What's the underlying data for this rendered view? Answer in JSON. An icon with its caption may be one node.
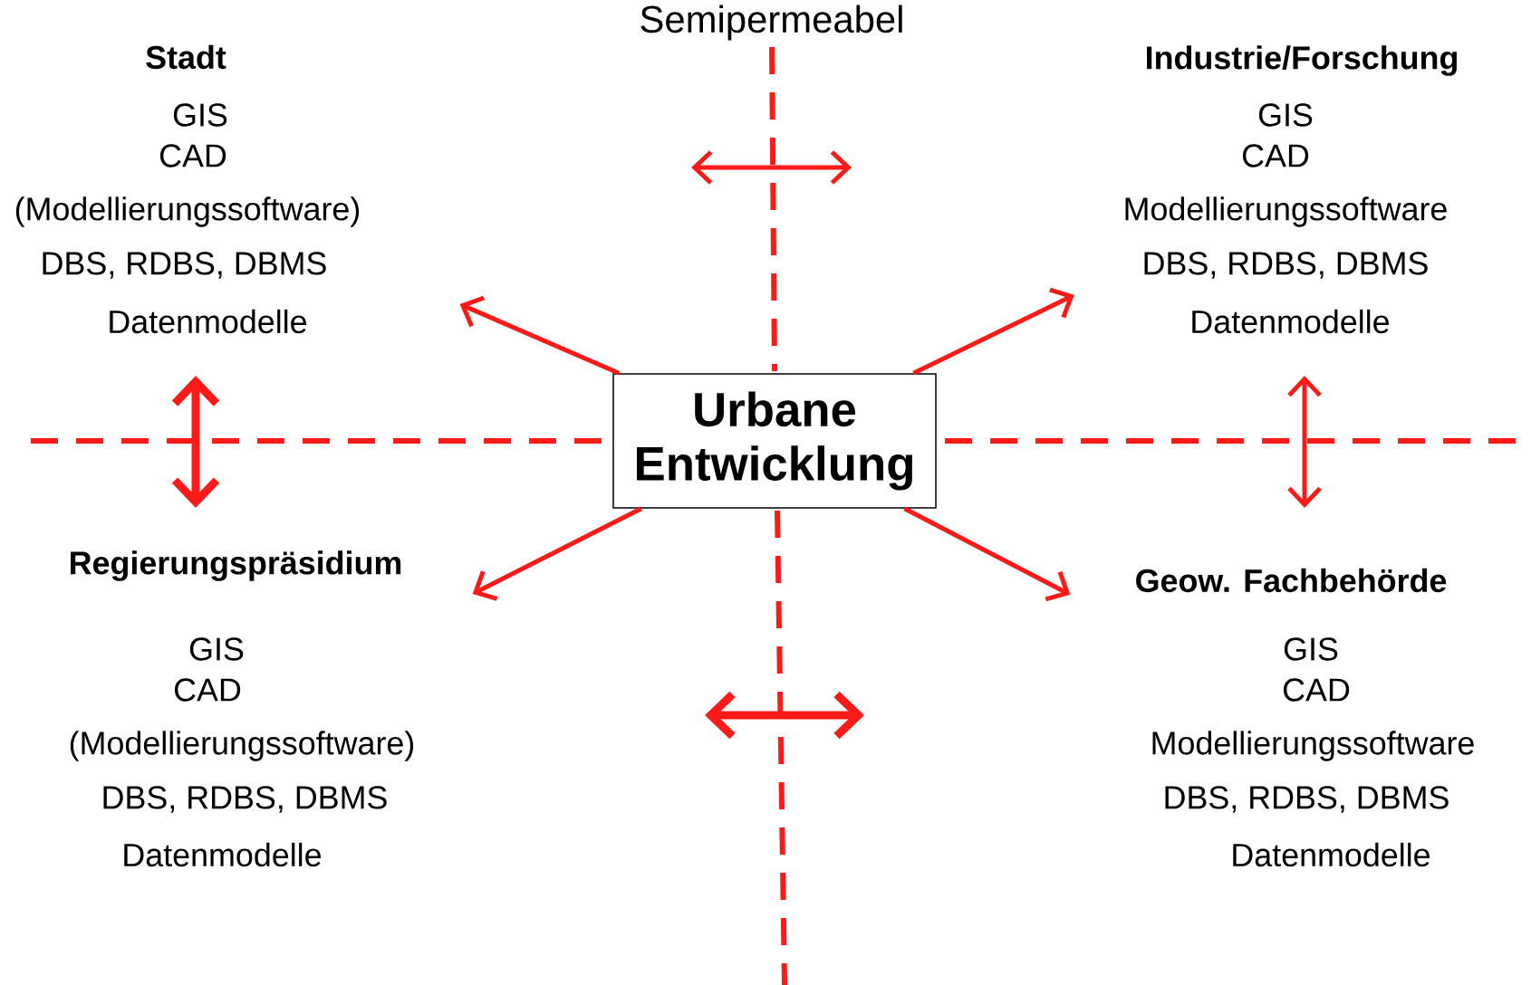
{
  "diagram": {
    "nodes": [
      {
        "text": [
          "Stadt",
          "GIS",
          "CAD",
          "(Modellierungssoftware)",
          "DBS, RDBS, DBMS",
          "Datenmodelle"
        ]
      },
      {
        "text": [
          "Industrie/Forschung",
          "GIS",
          "CAD",
          "Modellierungssoftware",
          "DBS, RDBS, DBMS",
          "Datenmodelle"
        ]
      },
      {
        "text": [
          "Urbane Entwicklung"
        ]
      },
      {
        "text": [
          "Regierungspräsidium",
          "GIS",
          "CAD",
          "(Modellierungssoftware)",
          "DBS, RDBS, DBMS",
          "Datenmodelle"
        ]
      },
      {
        "text": [
          "Geow. Fachbehörde",
          "GIS",
          "CAD",
          "Modellierungssoftware",
          "DBS, RDBS, DBMS",
          "Datenmodelle"
        ]
      }
    ],
    "edges": [
      {
        "from": 2,
        "to": 0,
        "arrow": "to"
      },
      {
        "from": 2,
        "to": 1,
        "arrow": "to"
      },
      {
        "from": 2,
        "to": 3,
        "arrow": "to"
      },
      {
        "from": 2,
        "to": 4,
        "arrow": "to"
      }
    ],
    "labels": [
      "Semipermeabel"
    ]
  }
}
